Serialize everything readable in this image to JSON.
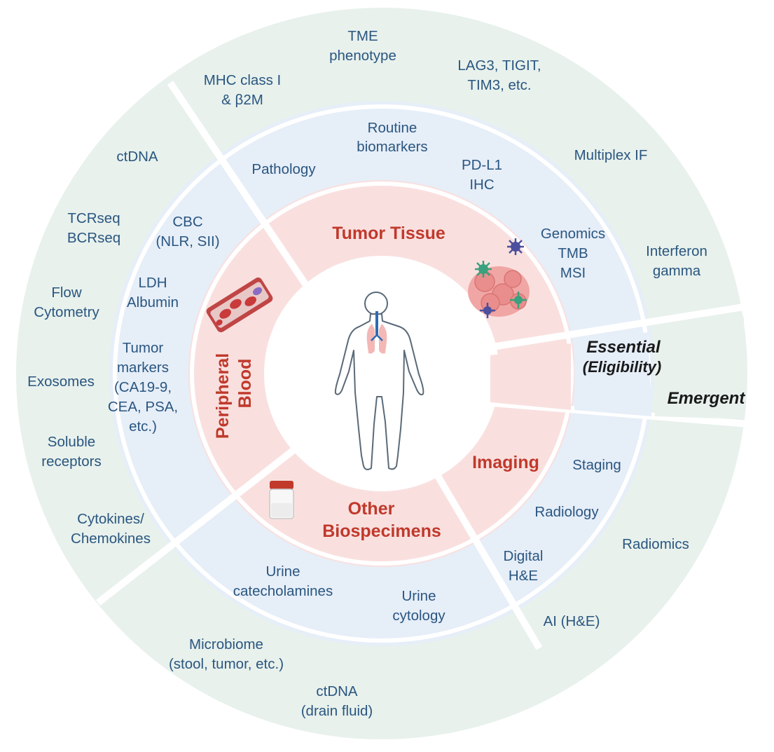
{
  "colors": {
    "outer_ring": "#e8f1ec",
    "middle_ring": "#e6eef8",
    "inner_ring": "#f9e0df",
    "label": "#2a5680",
    "category": "#c0392b"
  },
  "categories": {
    "tumor_tissue": "Tumor Tissue",
    "peripheral_blood_1": "Peripheral",
    "peripheral_blood_2": "Blood",
    "imaging": "Imaging",
    "other_1": "Other",
    "other_2": "Biospecimens"
  },
  "legend": {
    "essential_1": "Essential",
    "essential_2": "(Eligibility)",
    "emergent": "Emergent"
  },
  "tumor_tissue": {
    "middle": {
      "pathology": "Pathology",
      "routine_1": "Routine",
      "routine_2": "biomarkers",
      "pdl1_1": "PD-L1",
      "pdl1_2": "IHC",
      "genomics_1": "Genomics",
      "genomics_2": "TMB",
      "genomics_3": "MSI"
    },
    "outer": {
      "mhc_1": "MHC class I",
      "mhc_2": "& β2M",
      "tme_1": "TME",
      "tme_2": "phenotype",
      "lag3_1": "LAG3, TIGIT,",
      "lag3_2": "TIM3, etc.",
      "multiplex": "Multiplex IF",
      "ifn_1": "Interferon",
      "ifn_2": "gamma"
    }
  },
  "peripheral_blood": {
    "middle": {
      "cbc_1": "CBC",
      "cbc_2": "(NLR, SII)",
      "ldh_1": "LDH",
      "ldh_2": "Albumin",
      "tm_1": "Tumor",
      "tm_2": "markers",
      "tm_3": "(CA19-9,",
      "tm_4": "CEA, PSA,",
      "tm_5": "etc.)"
    },
    "outer": {
      "ctdna": "ctDNA",
      "tcr_1": "TCRseq",
      "tcr_2": "BCRseq",
      "flow_1": "Flow",
      "flow_2": "Cytometry",
      "exosomes": "Exosomes",
      "soluble_1": "Soluble",
      "soluble_2": "receptors",
      "cyto_1": "Cytokines/",
      "cyto_2": "Chemokines"
    }
  },
  "imaging": {
    "middle": {
      "staging": "Staging",
      "radiology": "Radiology",
      "digital_1": "Digital",
      "digital_2": "H&E"
    },
    "outer": {
      "radiomics": "Radiomics",
      "ai": "AI (H&E)"
    }
  },
  "other_biospecimens": {
    "middle": {
      "cat_1": "Urine",
      "cat_2": "catecholamines",
      "cyt_1": "Urine",
      "cyt_2": "cytology"
    },
    "outer": {
      "micro_1": "Microbiome",
      "micro_2": "(stool, tumor, etc.)",
      "ctdna_1": "ctDNA",
      "ctdna_2": "(drain fluid)"
    }
  },
  "icons": [
    "human-body-icon",
    "tumor-cells-icon",
    "blood-vessel-icon",
    "specimen-jar-icon"
  ]
}
